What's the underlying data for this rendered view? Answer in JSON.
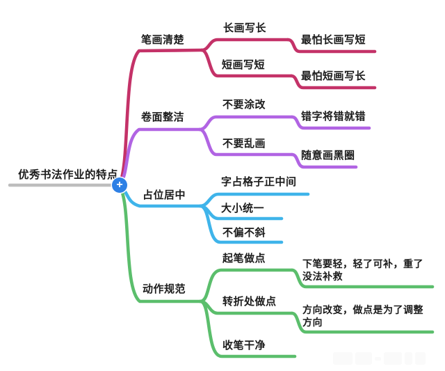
{
  "root": {
    "label": "优秀书法作业的特点"
  },
  "plus_button": {
    "symbol": "+"
  },
  "colors": {
    "rose": "#C43268",
    "purple": "#B164E3",
    "blue": "#3FB4EA",
    "green": "#5BBE6C",
    "root_line": "#BDBDBD",
    "plus_button_bg": "#2E80E5",
    "text": "#1b1b1b"
  },
  "branches": [
    {
      "label": "笔画清楚",
      "color": "#C43268",
      "children": [
        {
          "label": "长画写长",
          "children": [
            {
              "label": "最怕长画写短"
            }
          ]
        },
        {
          "label": "短画写短",
          "children": [
            {
              "label": "最怕短画写长"
            }
          ]
        }
      ]
    },
    {
      "label": "卷面整洁",
      "color": "#B164E3",
      "children": [
        {
          "label": "不要涂改",
          "children": [
            {
              "label": "错字将错就错"
            }
          ]
        },
        {
          "label": "不要乱画",
          "children": [
            {
              "label": "随意画黑圈"
            }
          ]
        }
      ]
    },
    {
      "label": "占位居中",
      "color": "#3FB4EA",
      "children": [
        {
          "label": "字占格子正中间"
        },
        {
          "label": "大小统一"
        },
        {
          "label": "不偏不斜"
        }
      ]
    },
    {
      "label": "动作规范",
      "color": "#5BBE6C",
      "children": [
        {
          "label": "起笔做点",
          "children": [
            {
              "label": "下笔要轻，轻了可补，重了没法补救"
            }
          ]
        },
        {
          "label": "转折处做点",
          "children": [
            {
              "label": "方向改变，做点是为了调整方向"
            }
          ]
        },
        {
          "label": "收笔干净"
        }
      ]
    }
  ]
}
